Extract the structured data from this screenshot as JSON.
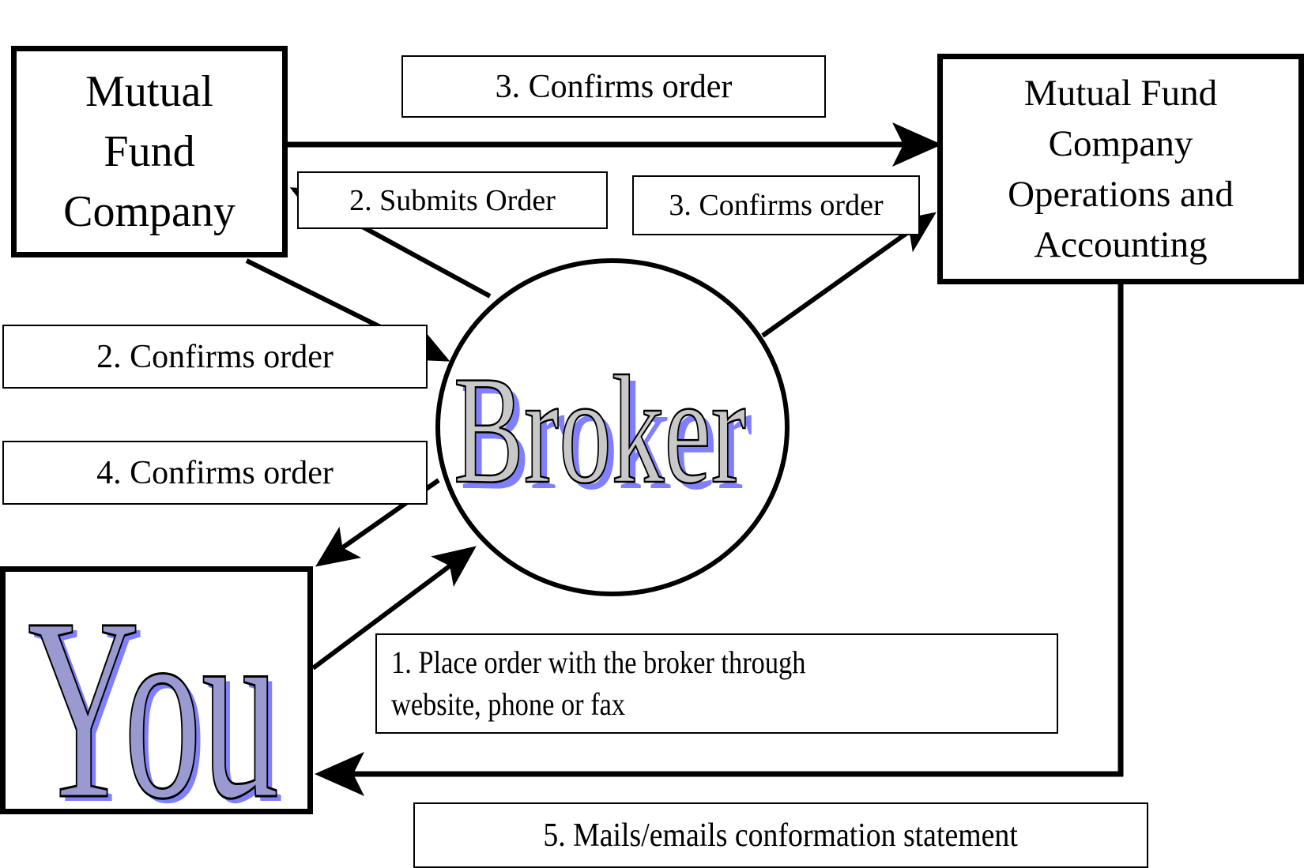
{
  "diagram": {
    "title": "Mutual fund order flow through a broker",
    "nodes": {
      "mutual_fund_company": {
        "lines": [
          "Mutual",
          "Fund",
          "Company"
        ]
      },
      "operations": {
        "lines": [
          "Mutual Fund",
          "Company",
          "Operations and",
          "Accounting"
        ]
      },
      "broker": {
        "label": "Broker"
      },
      "you": {
        "label": "You"
      }
    },
    "labels": {
      "confirms_top": "3.  Confirms order",
      "submits_order": "2. Submits Order",
      "confirms_mid": "3.  Confirms order",
      "confirms_2": "2.  Confirms order",
      "confirms_4": "4.  Confirms order",
      "place_order_line1": "1.  Place order with the broker through",
      "place_order_line2": "website, phone or fax",
      "mails_statement": "5. Mails/emails conformation statement"
    },
    "edges": [
      {
        "from": "Mutual Fund Company",
        "to": "Mutual Fund Company Operations and Accounting",
        "label": "3.  Confirms order"
      },
      {
        "from": "Broker",
        "to": "Mutual Fund Company",
        "label": "2. Submits Order"
      },
      {
        "from": "Broker",
        "to": "Mutual Fund Company Operations and Accounting",
        "label": "3.  Confirms order"
      },
      {
        "from": "Mutual Fund Company",
        "to": "Broker",
        "label": "2.  Confirms order"
      },
      {
        "from": "Broker",
        "to": "You",
        "label": "4.  Confirms order"
      },
      {
        "from": "You",
        "to": "Broker",
        "label": "1.  Place order with the broker through website, phone or fax"
      },
      {
        "from": "Mutual Fund Company Operations and Accounting",
        "to": "You",
        "label": "5. Mails/emails conformation statement"
      }
    ],
    "colors": {
      "stroke": "#000000",
      "wordart_fill": "#c8c8c8",
      "wordart_shadow": "#8080ff",
      "wordart_you_fill": "#9a9ad0"
    }
  }
}
